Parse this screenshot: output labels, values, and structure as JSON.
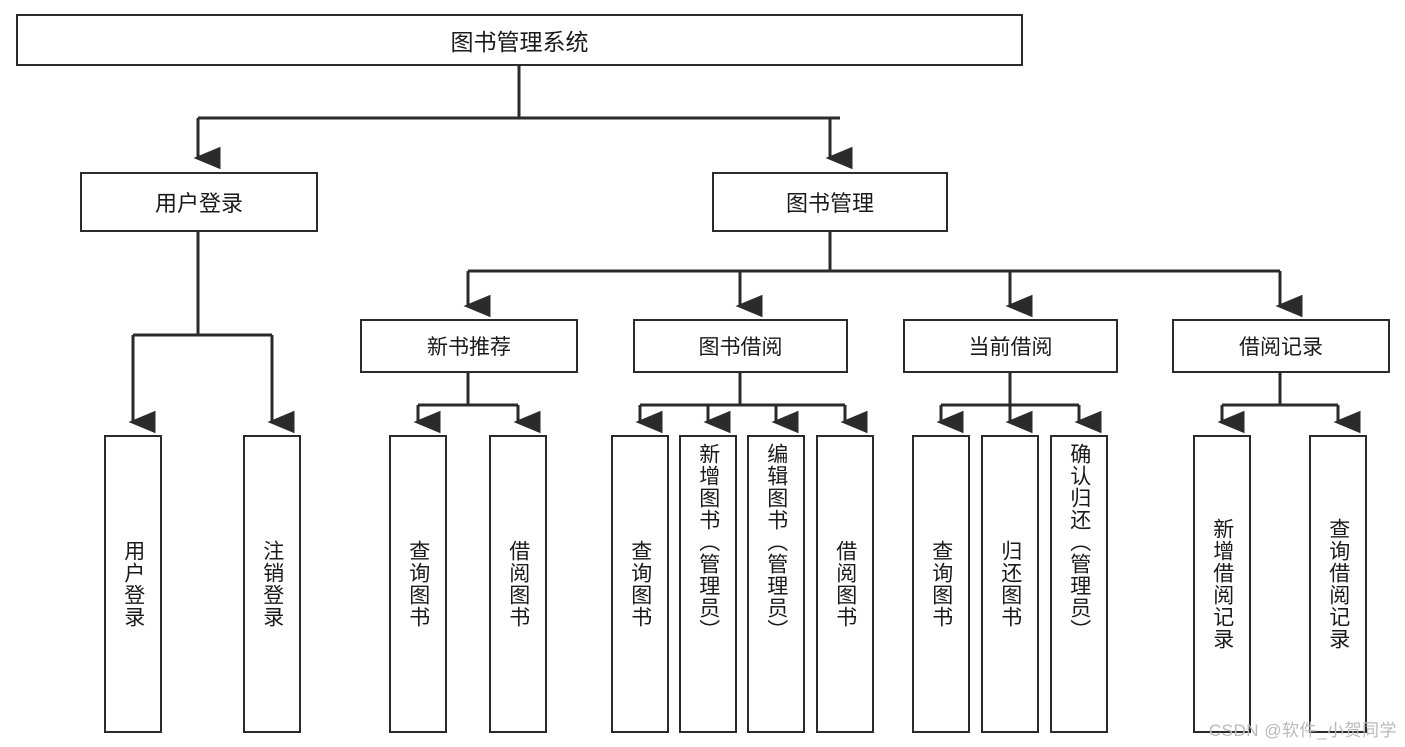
{
  "diagram": {
    "title": "图书管理系统",
    "root": {
      "label": "图书管理系统"
    },
    "level2": [
      {
        "label": "用户登录"
      },
      {
        "label": "图书管理"
      }
    ],
    "level3": [
      {
        "label": "新书推荐"
      },
      {
        "label": "图书借阅"
      },
      {
        "label": "当前借阅"
      },
      {
        "label": "借阅记录"
      }
    ],
    "leaves": {
      "user_login": [
        {
          "label": "用户登录"
        },
        {
          "label": "注销登录"
        }
      ],
      "new_book_recommend": [
        {
          "label": "查询图书"
        },
        {
          "label": "借阅图书"
        }
      ],
      "book_borrow": [
        {
          "label": "查询图书"
        },
        {
          "label": "新增图书（管理员）"
        },
        {
          "label": "编辑图书（管理员）"
        },
        {
          "label": "借阅图书"
        }
      ],
      "current_borrow": [
        {
          "label": "查询图书"
        },
        {
          "label": "归还图书"
        },
        {
          "label": "确认归还（管理员）"
        }
      ],
      "borrow_record": [
        {
          "label": "新增借阅记录"
        },
        {
          "label": "查询借阅记录"
        }
      ]
    },
    "watermark": "CSDN @软件_小贺同学",
    "colors": {
      "stroke": "#2b2b2b",
      "fill": "#ffffff",
      "text": "#1a1a1a",
      "watermark": "#b9b9b9"
    }
  }
}
